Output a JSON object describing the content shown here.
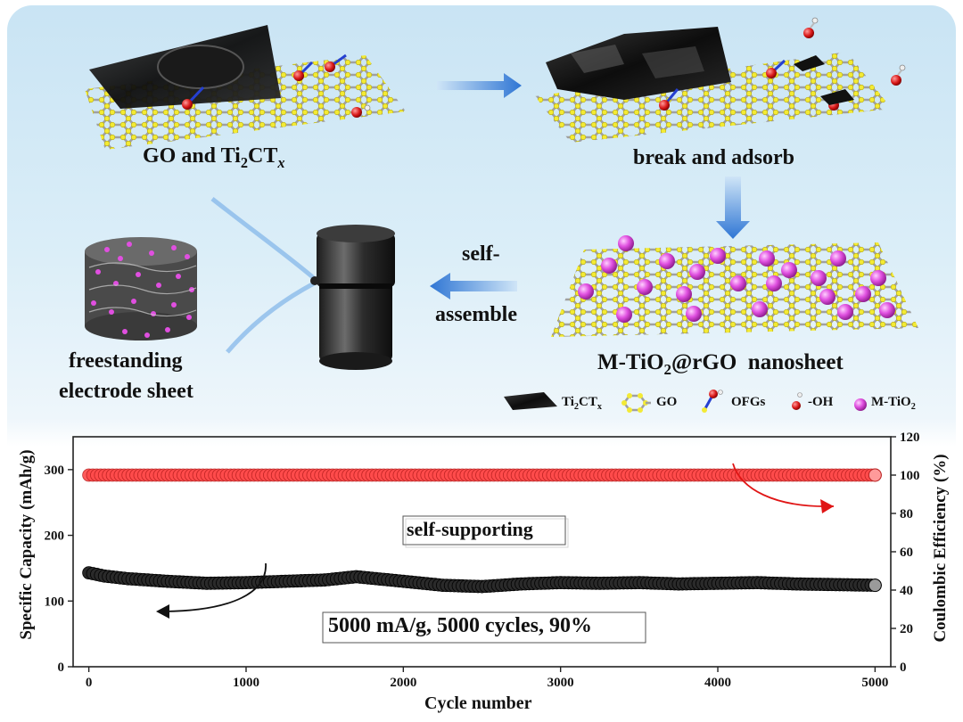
{
  "labels": {
    "go_ti2ctx": {
      "pre": "GO and Ti",
      "sub1": "2",
      "mid": "CT",
      "sub2": "x"
    },
    "break_adsorb": "break and adsorb",
    "self_assemble_1": "self-",
    "self_assemble_2": "assemble",
    "nanosheet": {
      "pre": "M-TiO",
      "sub": "2",
      "post": "@rGO  nanosheet"
    },
    "freestanding_1": "freestanding",
    "freestanding_2": "electrode sheet"
  },
  "legend": {
    "ti2ctx": {
      "pre": "Ti",
      "sub1": "2",
      "mid": "CT",
      "sub2": "x"
    },
    "go": "GO",
    "ofgs": "OFGs",
    "oh": "-OH",
    "mtio2": {
      "pre": "M-TiO",
      "sub": "2"
    }
  },
  "colors": {
    "carbon": "#f2ea3a",
    "bond": "#9a9a9a",
    "mtio2": "#d63fd6",
    "oxygen": "#d81818",
    "arrow_blue": "#3b7fd6",
    "ce_series": "#ff4b4b",
    "capacity_series": "#111111"
  },
  "chart_data": {
    "type": "scatter",
    "xlabel": "Cycle number",
    "ylabel_left": "Specific Capacity (mAh/g)",
    "ylabel_right": "Coulombic Efficiency (%)",
    "xlim": [
      -100,
      5100
    ],
    "ylim_left": [
      0,
      350
    ],
    "ylim_right": [
      0,
      120
    ],
    "x_ticks": [
      0,
      1000,
      2000,
      3000,
      4000,
      5000
    ],
    "y_ticks_left": [
      0,
      100,
      200,
      300
    ],
    "y_ticks_right": [
      0,
      20,
      40,
      60,
      80,
      100,
      120
    ],
    "series": [
      {
        "axis": "right",
        "x": [
          0,
          500,
          1000,
          1500,
          2000,
          2500,
          3000,
          3500,
          4000,
          4500,
          5000
        ],
        "values": [
          100,
          100,
          100,
          100,
          100,
          100,
          100,
          100,
          100,
          100,
          100
        ]
      },
      {
        "axis": "left",
        "x": [
          0,
          100,
          250,
          500,
          750,
          1000,
          1250,
          1500,
          1700,
          2000,
          2250,
          2500,
          2750,
          3000,
          3250,
          3500,
          3750,
          4000,
          4250,
          4500,
          4750,
          5000
        ],
        "values": [
          143,
          138,
          134,
          130,
          127,
          128,
          130,
          132,
          137,
          130,
          124,
          122,
          126,
          128,
          127,
          128,
          126,
          127,
          128,
          126,
          125,
          124
        ]
      }
    ],
    "annotations": [
      "self-supporting",
      "5000 mA/g, 5000 cycles, 90%"
    ],
    "grid": false
  }
}
